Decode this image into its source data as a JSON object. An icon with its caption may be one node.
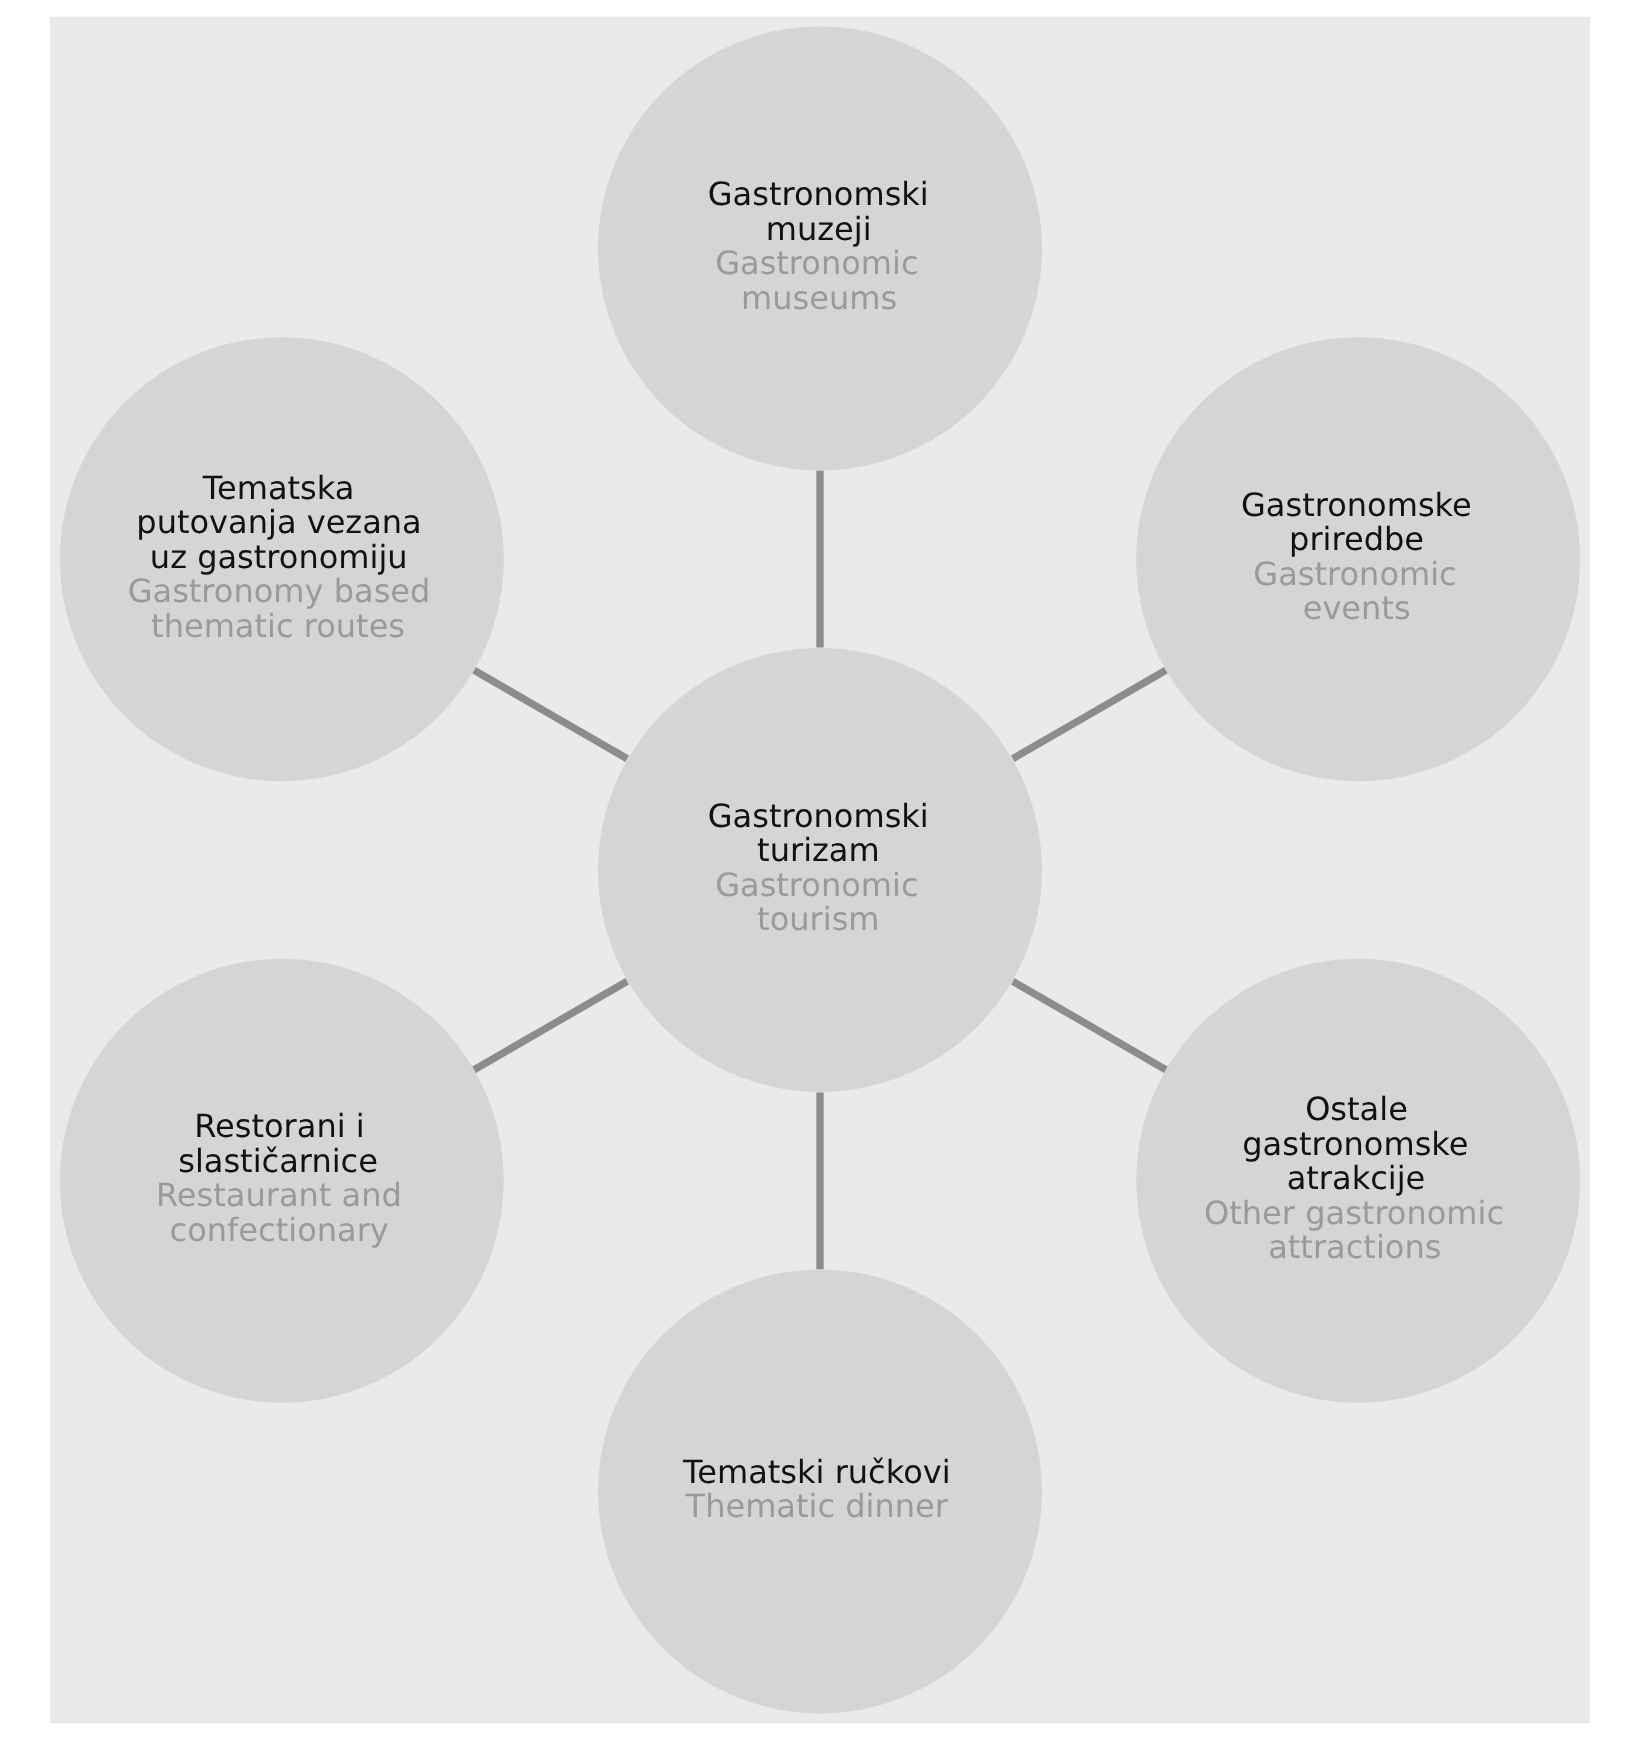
{
  "diagram": {
    "nodes": [
      {
        "text": [
          "Gastronomski turizam",
          "Gastronomic tourism"
        ]
      },
      {
        "text": [
          "Gastronomske priredbe",
          "Gastronomic events"
        ]
      },
      {
        "text": [
          "Gastronomski muzeji",
          "Gastronomic museums"
        ]
      },
      {
        "text": [
          "Tematska putovanja vezana uz gastronomiju",
          "Gastronomy based thematic routes"
        ]
      },
      {
        "text": [
          "Restorani i slastičarnice",
          "Restaurant and confectionary"
        ]
      },
      {
        "text": [
          "Tematski ručkovi",
          "Thematic dinner"
        ]
      },
      {
        "text": [
          "Ostale gastronomske atrakcije",
          "Other gastronomic attractions"
        ]
      }
    ],
    "edges": [
      {
        "from": 0,
        "to": 1,
        "arrow": "none"
      },
      {
        "from": 0,
        "to": 2,
        "arrow": "none"
      },
      {
        "from": 0,
        "to": 3,
        "arrow": "none"
      },
      {
        "from": 0,
        "to": 4,
        "arrow": "none"
      },
      {
        "from": 0,
        "to": 5,
        "arrow": "none"
      },
      {
        "from": 0,
        "to": 6,
        "arrow": "none"
      }
    ]
  }
}
